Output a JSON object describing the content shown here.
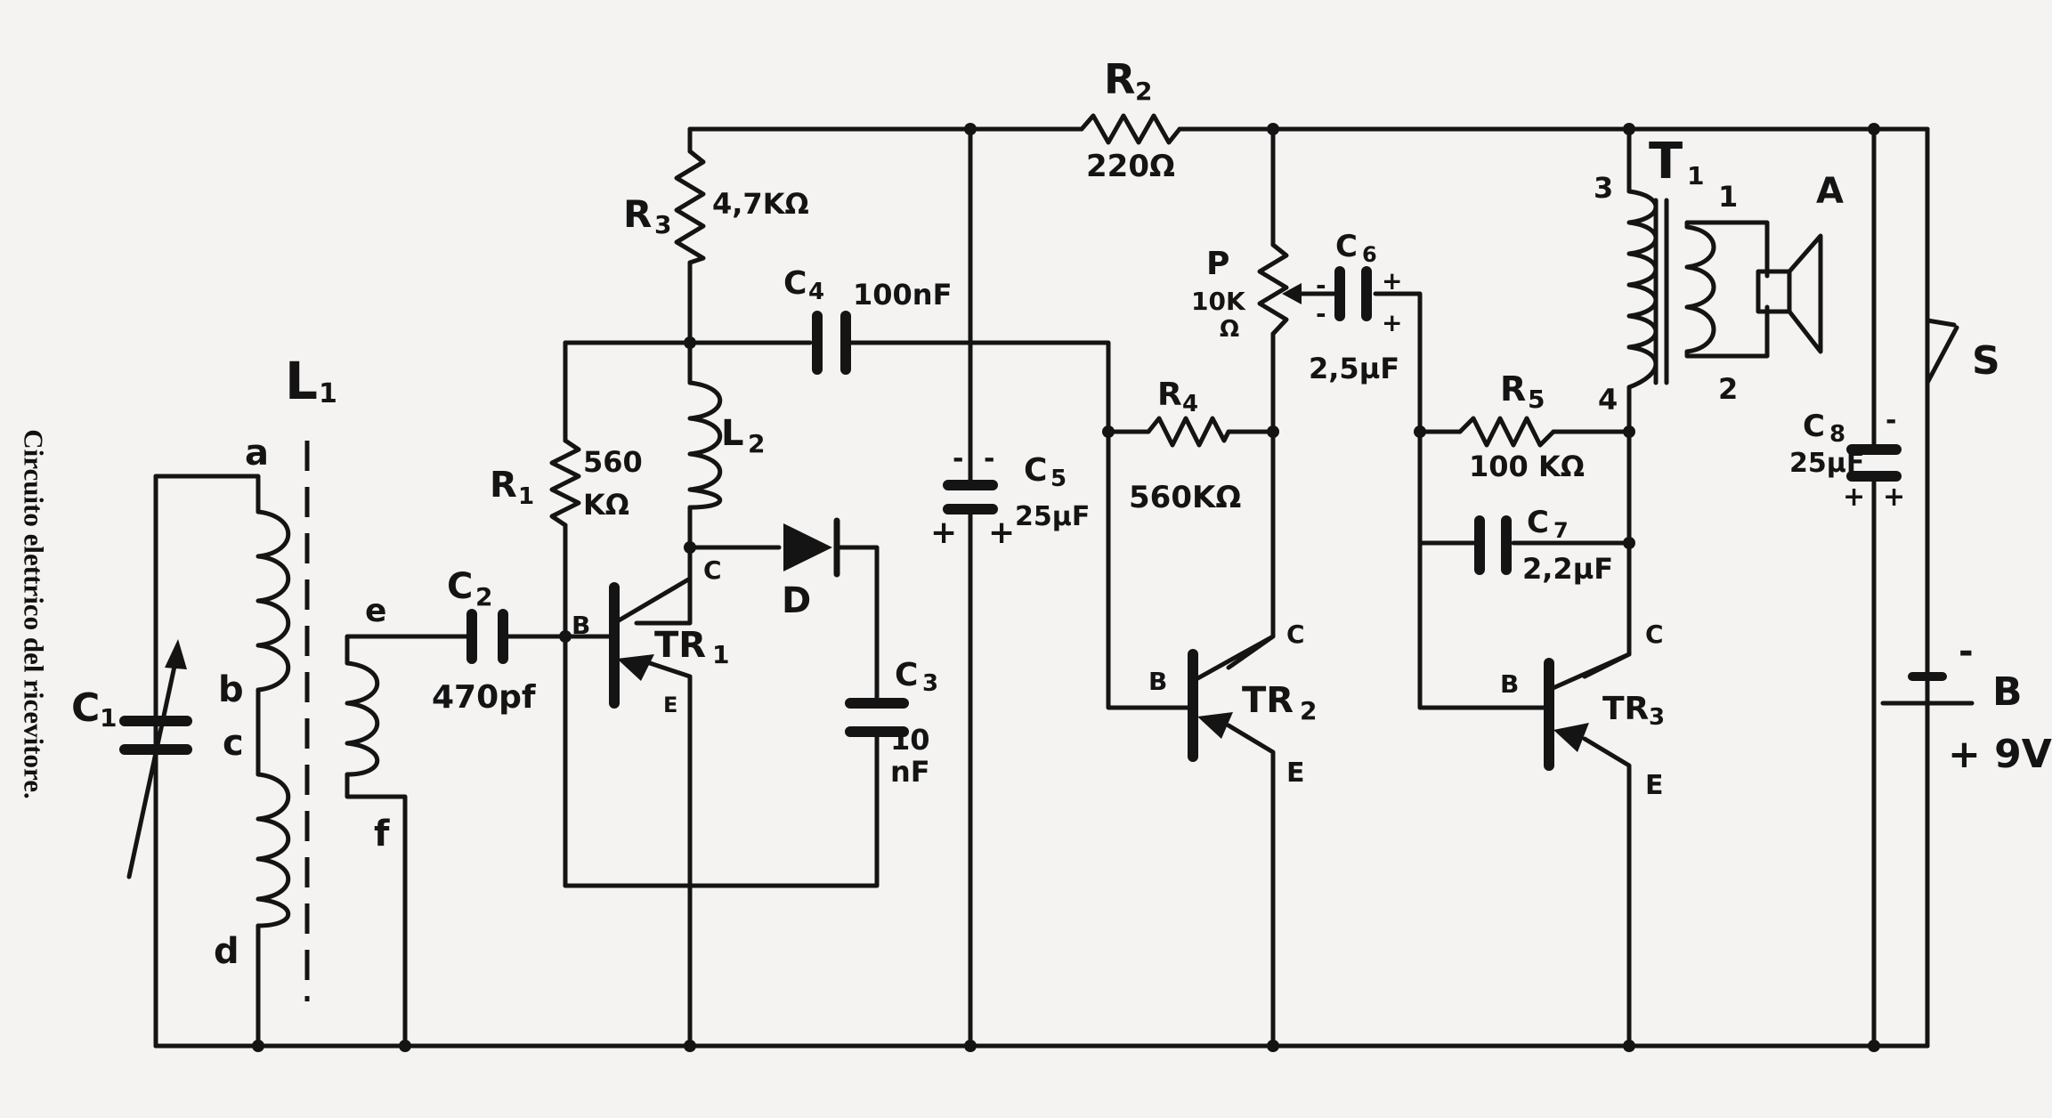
{
  "caption": "Circuito elettrico del ricevitore.",
  "components": {
    "L1": {
      "ref": "L",
      "sub": "1",
      "taps": [
        "a",
        "b",
        "c",
        "d"
      ],
      "secondary_taps": [
        "e",
        "f"
      ]
    },
    "C1": {
      "ref": "C",
      "sub": "1"
    },
    "C2": {
      "ref": "C",
      "sub": "2",
      "value": "470pf"
    },
    "C3": {
      "ref": "C",
      "sub": "3",
      "value1": "10",
      "value2": "nF"
    },
    "C4": {
      "ref": "C",
      "sub": "4",
      "value": "100nF"
    },
    "C5": {
      "ref": "C",
      "sub": "5",
      "value": "25µF"
    },
    "C6": {
      "ref": "C",
      "sub": "6",
      "value": "2,5µF"
    },
    "C7": {
      "ref": "C",
      "sub": "7",
      "value": "2,2µF"
    },
    "C8": {
      "ref": "C",
      "sub": "8",
      "value": "25µF"
    },
    "R1": {
      "ref": "R",
      "sub": "1",
      "value1": "560",
      "value2": "KΩ"
    },
    "R2": {
      "ref": "R",
      "sub": "2",
      "value": "220Ω"
    },
    "R3": {
      "ref": "R",
      "sub": "3",
      "value": "4,7KΩ"
    },
    "R4": {
      "ref": "R",
      "sub": "4",
      "value": "560KΩ"
    },
    "R5": {
      "ref": "R",
      "sub": "5",
      "value": "100 KΩ"
    },
    "L2": {
      "ref": "L",
      "sub": "2"
    },
    "D": {
      "ref": "D"
    },
    "P": {
      "ref": "P",
      "value1": "10K",
      "value2": "Ω"
    },
    "T1": {
      "ref": "T",
      "sub": "1",
      "pins": [
        "3",
        "4",
        "1",
        "2"
      ]
    },
    "A": {
      "ref": "A"
    },
    "S": {
      "ref": "S"
    },
    "B": {
      "ref": "B",
      "value": "+ 9V"
    },
    "TR1": {
      "ref": "TR",
      "sub": "1",
      "pins": [
        "B",
        "C",
        "E"
      ]
    },
    "TR2": {
      "ref": "TR",
      "sub": "2",
      "pins": [
        "B",
        "C",
        "E"
      ]
    },
    "TR3": {
      "ref": "TR",
      "sub": "3",
      "pins": [
        "B",
        "C",
        "E"
      ]
    }
  },
  "polarity": {
    "plus": "+",
    "minus": "-"
  }
}
